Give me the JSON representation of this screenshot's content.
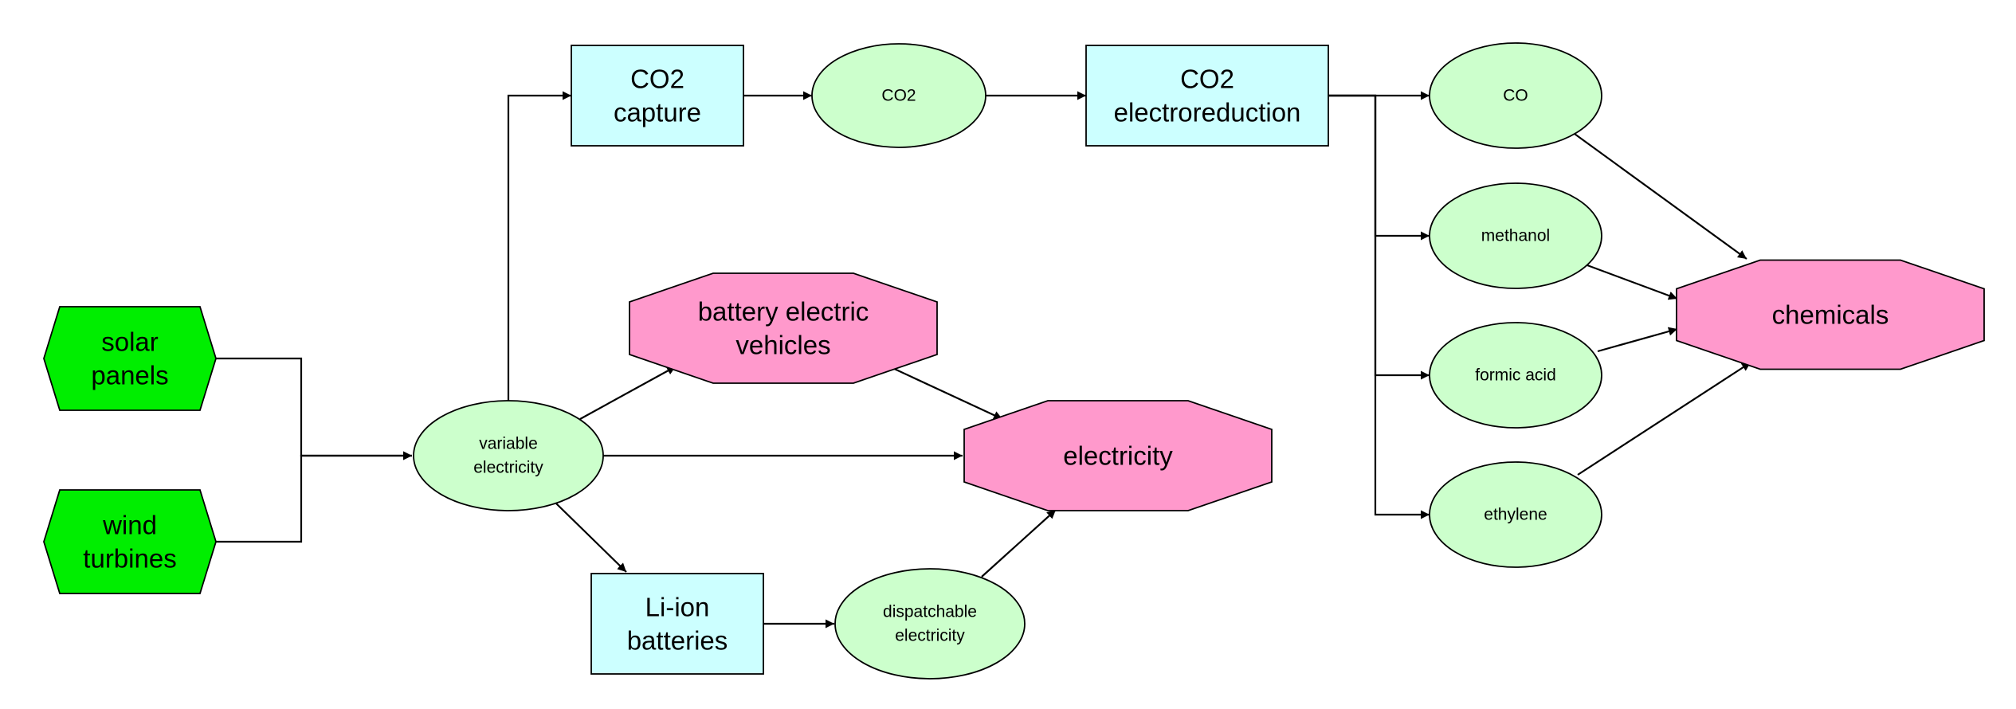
{
  "colors": {
    "source": "#00ee00",
    "process": "#ccffff",
    "intermediate": "#ccffcc",
    "product": "#ff99cc",
    "edge": "#000000"
  },
  "nodes": {
    "solar_panels": [
      "solar",
      "panels"
    ],
    "wind_turbines": [
      "wind",
      "turbines"
    ],
    "variable_electricity": [
      "variable",
      "electricity"
    ],
    "co2_capture": [
      "CO2",
      "capture"
    ],
    "co2": [
      "CO2"
    ],
    "co2_electroreduction": [
      "CO2",
      "electroreduction"
    ],
    "co": [
      "CO"
    ],
    "methanol": [
      "methanol"
    ],
    "formic_acid": [
      "formic acid"
    ],
    "ethylene": [
      "ethylene"
    ],
    "chemicals": [
      "chemicals"
    ],
    "battery_electric_vehicles": [
      "battery electric",
      "vehicles"
    ],
    "electricity": [
      "electricity"
    ],
    "li_ion_batteries": [
      "Li-ion",
      "batteries"
    ],
    "dispatchable_electricity": [
      "dispatchable",
      "electricity"
    ]
  },
  "edges": [
    [
      "solar_panels",
      "variable_electricity"
    ],
    [
      "wind_turbines",
      "variable_electricity"
    ],
    [
      "variable_electricity",
      "co2_capture"
    ],
    [
      "co2_capture",
      "co2"
    ],
    [
      "co2",
      "co2_electroreduction"
    ],
    [
      "co2_electroreduction",
      "co"
    ],
    [
      "co2_electroreduction",
      "methanol"
    ],
    [
      "co2_electroreduction",
      "formic_acid"
    ],
    [
      "co2_electroreduction",
      "ethylene"
    ],
    [
      "co",
      "chemicals"
    ],
    [
      "methanol",
      "chemicals"
    ],
    [
      "formic_acid",
      "chemicals"
    ],
    [
      "ethylene",
      "chemicals"
    ],
    [
      "variable_electricity",
      "battery_electric_vehicles"
    ],
    [
      "variable_electricity",
      "electricity"
    ],
    [
      "variable_electricity",
      "li_ion_batteries"
    ],
    [
      "battery_electric_vehicles",
      "electricity"
    ],
    [
      "li_ion_batteries",
      "dispatchable_electricity"
    ],
    [
      "dispatchable_electricity",
      "electricity"
    ]
  ]
}
